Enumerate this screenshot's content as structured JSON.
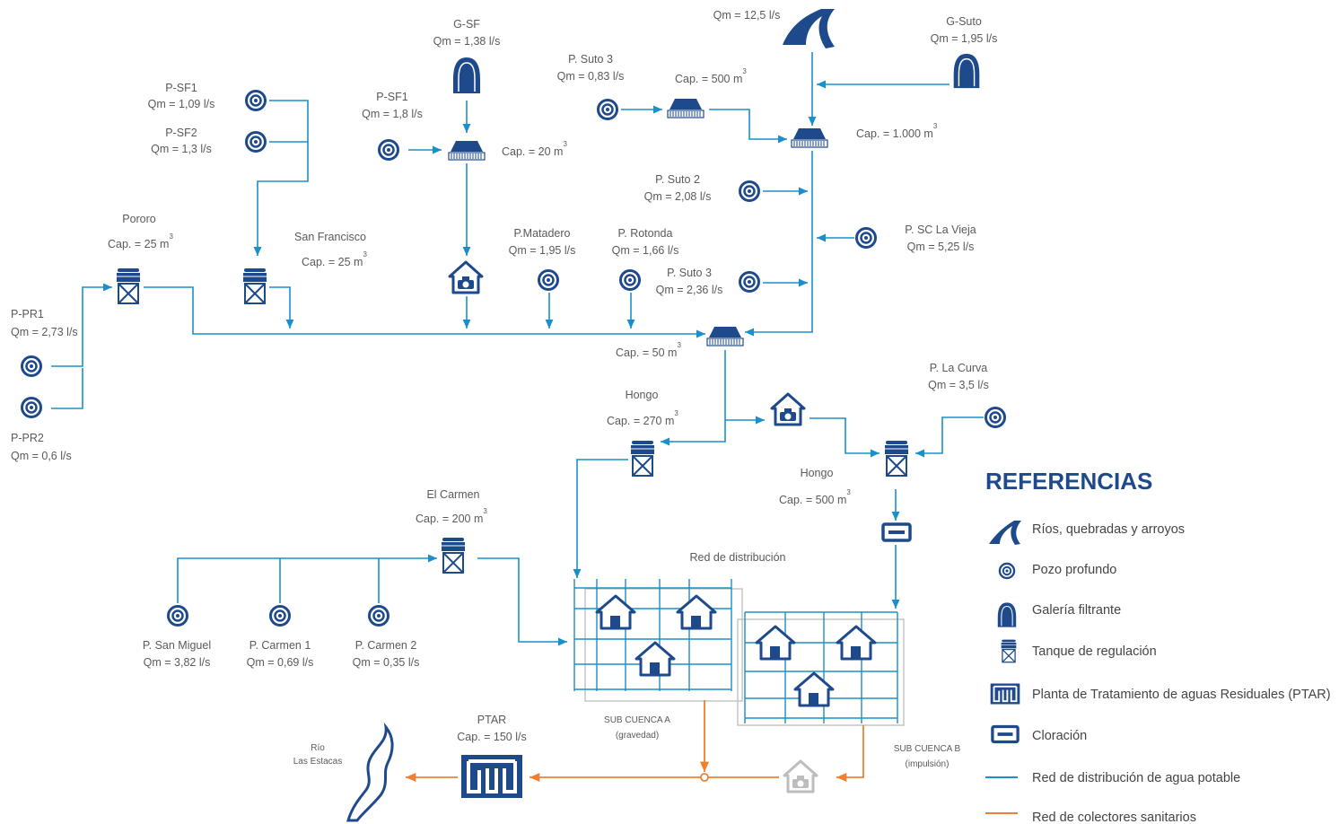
{
  "colors": {
    "water": "#1b8fc9",
    "sewer": "#f08030",
    "icon": "#1e4a8c",
    "grey": "#bdbdbd"
  },
  "sources": {
    "psf1_left": {
      "name": "P-SF1",
      "flow": "Qm = 1,09 l/s"
    },
    "psf2": {
      "name": "P-SF2",
      "flow": "Qm = 1,3 l/s"
    },
    "gsf": {
      "name": "G-SF",
      "flow": "Qm = 1,38 l/s"
    },
    "psf1_mid": {
      "name": "P-SF1",
      "flow": "Qm = 1,8 l/s"
    },
    "psuto3_top": {
      "name": "P. Suto 3",
      "flow": "Qm = 0,83 l/s"
    },
    "river_top": {
      "flow": "Qm = 12,5 l/s"
    },
    "gsuto": {
      "name": "G-Suto",
      "flow": "Qm = 1,95 l/s"
    },
    "psuto2": {
      "name": "P. Suto 2",
      "flow": "Qm = 2,08 l/s"
    },
    "pscvieja": {
      "name": "P. SC La Vieja",
      "flow": "Qm = 5,25 l/s"
    },
    "pmatadero": {
      "name": "P.Matadero",
      "flow": "Qm = 1,95 l/s"
    },
    "protonda": {
      "name": "P. Rotonda",
      "flow": "Qm = 1,66 l/s"
    },
    "psuto3_mid": {
      "name": "P. Suto 3",
      "flow": "Qm = 2,36 l/s"
    },
    "ppr1": {
      "name": "P-PR1",
      "flow": "Qm = 2,73 l/s"
    },
    "ppr2": {
      "name": "P-PR2",
      "flow": "Qm = 0,6 l/s"
    },
    "plcurva": {
      "name": "P. La Curva",
      "flow": "Qm = 3,5 l/s"
    },
    "psanmiguel": {
      "name": "P. San Miguel",
      "flow": "Qm = 3,82 l/s"
    },
    "pcarmen1": {
      "name": "P. Carmen 1",
      "flow": "Qm = 0,69 l/s"
    },
    "pcarmen2": {
      "name": "P. Carmen 2",
      "flow": "Qm = 0,35 l/s"
    }
  },
  "tanks": {
    "pororo": {
      "name": "Pororo",
      "cap": "Cap. = 25 m"
    },
    "sanfran": {
      "name": "San Francisco",
      "cap": "Cap. = 25 m"
    },
    "cap20": {
      "cap": "Cap. = 20 m"
    },
    "cap500top": {
      "cap": "Cap. = 500 m"
    },
    "cap1000": {
      "cap": "Cap. = 1.000 m"
    },
    "cap50": {
      "cap": "Cap. = 50 m"
    },
    "hongo270": {
      "name": "Hongo",
      "cap": "Cap. = 270 m"
    },
    "hongo500": {
      "name": "Hongo",
      "cap": "Cap. = 500 m"
    },
    "carmen": {
      "name": "El Carmen",
      "cap": "Cap. = 200 m"
    },
    "sup": "3"
  },
  "network": {
    "red": "Red de distribución",
    "subA": "SUB CUENCA A",
    "subA_note": "(gravedad)",
    "subB": "SUB CUENCA B",
    "subB_note": "(impulsión)",
    "ptar": "PTAR",
    "ptar_cap": "Cap. = 150 l/s",
    "rio1": "Río",
    "rio2": "Las Estacas"
  },
  "legend": {
    "title": "REFERENCIAS",
    "items": [
      "Ríos, quebradas y arroyos",
      "Pozo profundo",
      "Galería filtrante",
      "Tanque de regulación",
      "Planta de Tratamiento de aguas Residuales (PTAR)",
      "Cloración",
      "Red de distribución de agua potable",
      "Red de colectores sanitarios"
    ]
  }
}
